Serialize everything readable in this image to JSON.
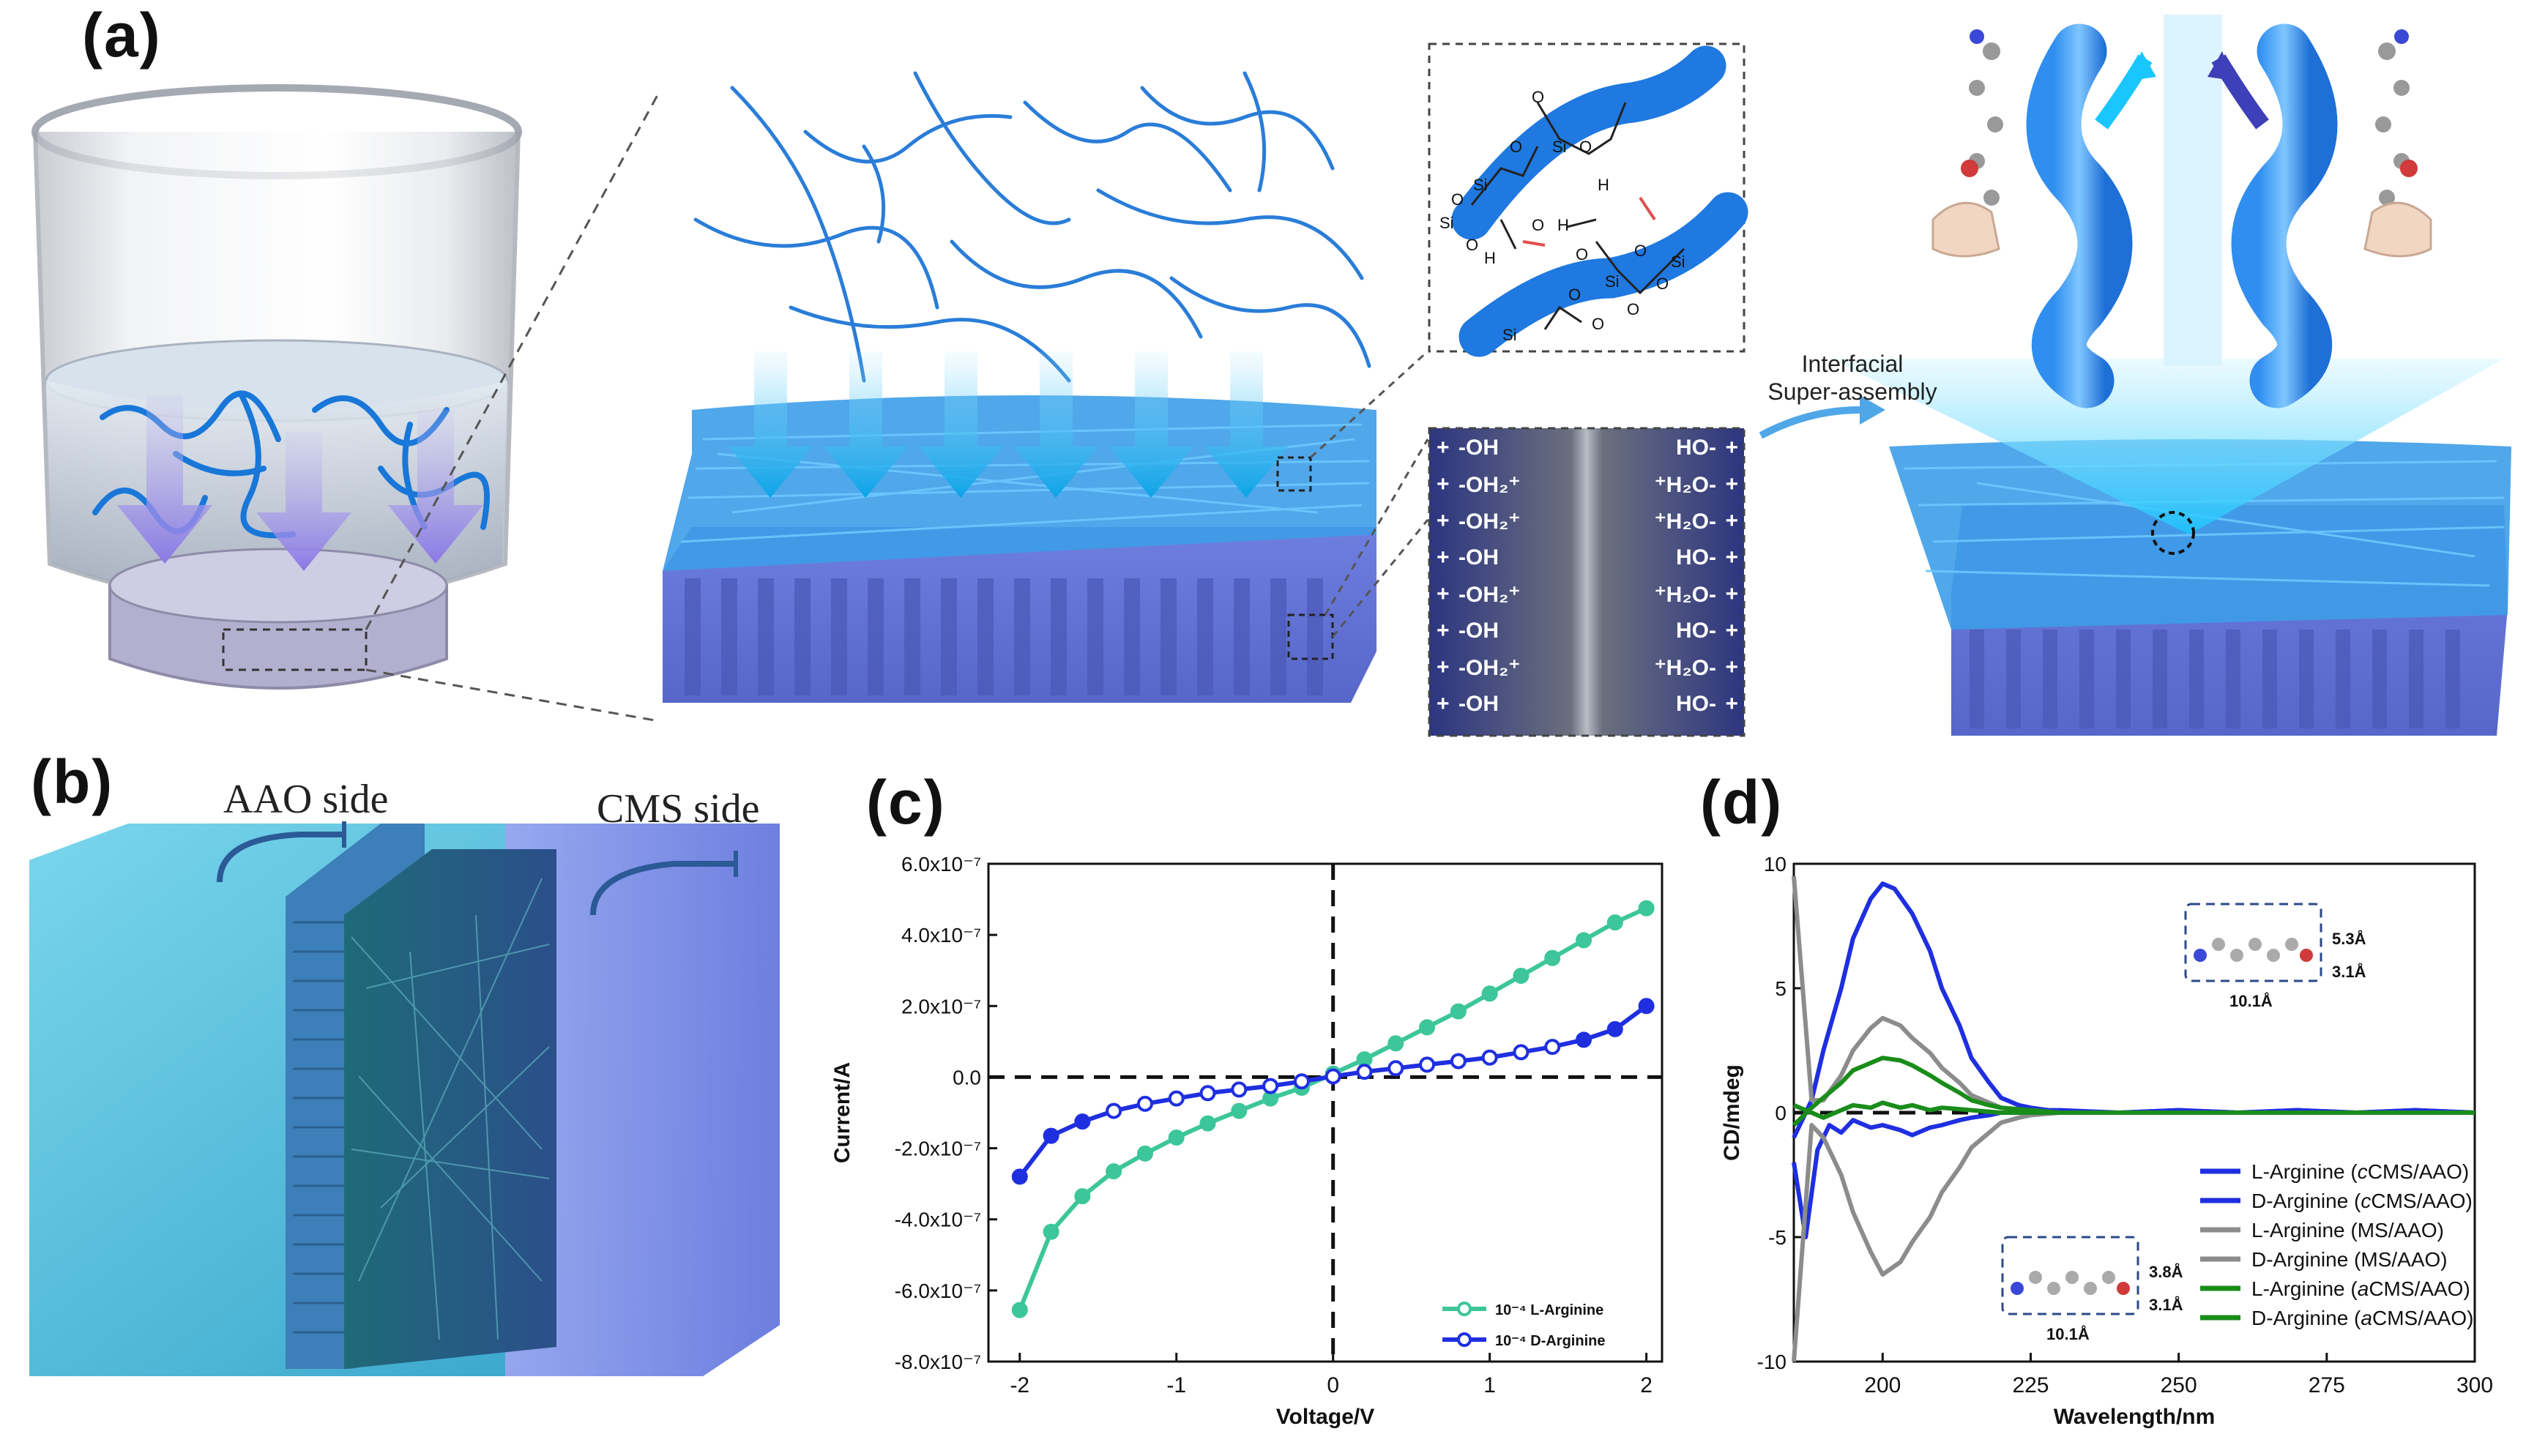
{
  "panels": {
    "a": "(a)",
    "b": "(b)",
    "c": "(c)",
    "d": "(d)"
  },
  "panel_a": {
    "arrow_label_line1": "Interfacial",
    "arrow_label_line2": "Super-assembly",
    "silanol_atoms": [
      "O",
      "Si",
      "O",
      "O",
      "Si",
      "H",
      "O",
      "O",
      "H",
      "Si",
      "O",
      "H",
      "O",
      "O",
      "Si",
      "O",
      "O",
      "Si",
      "O",
      "O",
      "Si"
    ],
    "charge_rows": [
      {
        "left": "-OH",
        "right": "HO-"
      },
      {
        "left": "-OH₂⁺",
        "right": "⁺H₂O-"
      },
      {
        "left": "-OH₂⁺",
        "right": "⁺H₂O-"
      },
      {
        "left": "-OH",
        "right": "HO-"
      },
      {
        "left": "-OH₂⁺",
        "right": "⁺H₂O-"
      },
      {
        "left": "-OH",
        "right": "HO-"
      },
      {
        "left": "-OH₂⁺",
        "right": "⁺H₂O-"
      },
      {
        "left": "-OH",
        "right": "HO-"
      }
    ]
  },
  "panel_b": {
    "aao_label": "AAO side",
    "cms_label": "CMS side"
  },
  "chart_data": [
    {
      "panel": "c",
      "type": "line",
      "xlabel": "Voltage/V",
      "ylabel": "Current/A",
      "xlim": [
        -2.2,
        2.1
      ],
      "ylim": [
        -8e-07,
        6e-07
      ],
      "xticks": [
        "-2",
        "-1",
        "0",
        "1",
        "2"
      ],
      "xtick_values": [
        -2,
        -1,
        0,
        1,
        2
      ],
      "yticks": [
        "6.0x10⁻⁷",
        "4.0x10⁻⁷",
        "2.0x10⁻⁷",
        "0.0",
        "-2.0x10⁻⁷",
        "-4.0x10⁻⁷",
        "-6.0x10⁻⁷",
        "-8.0x10⁻⁷"
      ],
      "ytick_values": [
        6e-07,
        4e-07,
        2e-07,
        0,
        -2e-07,
        -4e-07,
        -6e-07,
        -8e-07
      ],
      "legend_position": "bottom-right",
      "series": [
        {
          "name": "10⁻⁴ L-Arginine",
          "color": "#3cc69a",
          "x": [
            -2.0,
            -1.8,
            -1.6,
            -1.4,
            -1.2,
            -1.0,
            -0.8,
            -0.6,
            -0.4,
            -0.2,
            0.0,
            0.2,
            0.4,
            0.6,
            0.8,
            1.0,
            1.2,
            1.4,
            1.6,
            1.8,
            2.0
          ],
          "y": [
            -6.55e-07,
            -4.35e-07,
            -3.35e-07,
            -2.65e-07,
            -2.15e-07,
            -1.7e-07,
            -1.3e-07,
            -9.5e-08,
            -6e-08,
            -3e-08,
            1e-08,
            5e-08,
            9.5e-08,
            1.4e-07,
            1.85e-07,
            2.35e-07,
            2.85e-07,
            3.35e-07,
            3.85e-07,
            4.35e-07,
            4.75e-07
          ]
        },
        {
          "name": "10⁻⁴ D-Arginine",
          "color": "#1f2fe0",
          "x": [
            -2.0,
            -1.8,
            -1.6,
            -1.4,
            -1.2,
            -1.0,
            -0.8,
            -0.6,
            -0.4,
            -0.2,
            0.0,
            0.2,
            0.4,
            0.6,
            0.8,
            1.0,
            1.2,
            1.4,
            1.6,
            1.8,
            2.0
          ],
          "y": [
            -2.8e-07,
            -1.65e-07,
            -1.25e-07,
            -9.5e-08,
            -7.5e-08,
            -6e-08,
            -4.5e-08,
            -3.5e-08,
            -2.5e-08,
            -1.2e-08,
            2e-09,
            1.5e-08,
            2.5e-08,
            3.5e-08,
            4.5e-08,
            5.5e-08,
            7e-08,
            8.5e-08,
            1.05e-07,
            1.35e-07,
            2e-07
          ]
        }
      ]
    },
    {
      "panel": "d",
      "type": "line",
      "xlabel": "Wavelength/nm",
      "ylabel": "CD/mdeg",
      "xlim": [
        185,
        300
      ],
      "ylim": [
        -10,
        10
      ],
      "xticks": [
        "200",
        "225",
        "250",
        "275",
        "300"
      ],
      "xtick_values": [
        200,
        225,
        250,
        275,
        300
      ],
      "yticks": [
        "10",
        "5",
        "0",
        "-5",
        "-10"
      ],
      "ytick_values": [
        10,
        5,
        0,
        -5,
        -10
      ],
      "legend_position": "bottom-right",
      "inset_top": {
        "dims": [
          "5.3Å",
          "3.1Å",
          "10.1Å"
        ]
      },
      "inset_bottom": {
        "dims": [
          "3.8Å",
          "3.1Å",
          "10.1Å"
        ]
      },
      "series": [
        {
          "name": "L-Arginine (cCMS/AAO)",
          "name_parts": [
            "L-Arginine (",
            "c",
            "CMS/AAO)"
          ],
          "color": "#1f2fe0",
          "x": [
            185,
            188,
            190,
            193,
            195,
            198,
            200,
            202,
            205,
            208,
            210,
            213,
            215,
            218,
            220,
            223,
            225,
            228,
            230,
            240,
            250,
            260,
            270,
            280,
            290,
            300
          ],
          "y": [
            -1.0,
            0.5,
            2.5,
            5.0,
            7.0,
            8.6,
            9.2,
            9.0,
            8.0,
            6.5,
            5.0,
            3.5,
            2.2,
            1.2,
            0.6,
            0.3,
            0.2,
            0.1,
            0.1,
            0.0,
            0.1,
            0.0,
            0.1,
            0.0,
            0.1,
            0.0
          ]
        },
        {
          "name": "D-Arginine (cCMS/AAO)",
          "name_parts": [
            "D-Arginine (",
            "c",
            "CMS/AAO)"
          ],
          "color": "#1f2fe0",
          "x": [
            185,
            187,
            189,
            191,
            193,
            195,
            198,
            200,
            203,
            205,
            208,
            210,
            213,
            215,
            218,
            220,
            223,
            225,
            230,
            240,
            250,
            260,
            270,
            280,
            290,
            300
          ],
          "y": [
            -2.0,
            -5.0,
            -1.5,
            -0.5,
            -0.8,
            -0.3,
            -0.6,
            -0.5,
            -0.7,
            -0.9,
            -0.6,
            -0.5,
            -0.3,
            -0.2,
            -0.1,
            0.0,
            0.0,
            0.0,
            0.0,
            0.0,
            0.1,
            0.0,
            0.1,
            0.0,
            0.1,
            0.0
          ]
        },
        {
          "name": "L-Arginine (MS/AAO)",
          "name_parts": [
            "L-Arginine (MS/AAO)"
          ],
          "color": "#8c8c8c",
          "x": [
            185,
            188,
            190,
            193,
            195,
            198,
            200,
            203,
            205,
            208,
            210,
            213,
            215,
            218,
            220,
            223,
            225,
            230,
            240,
            250,
            260,
            270,
            280,
            290,
            300
          ],
          "y": [
            9.5,
            0.5,
            0.5,
            1.5,
            2.5,
            3.4,
            3.8,
            3.5,
            3.0,
            2.4,
            1.8,
            1.2,
            0.7,
            0.4,
            0.2,
            0.1,
            0.1,
            0.0,
            0.0,
            0.0,
            0.0,
            0.0,
            0.0,
            0.0,
            0.0
          ]
        },
        {
          "name": "D-Arginine (MS/AAO)",
          "name_parts": [
            "D-Arginine (MS/AAO)"
          ],
          "color": "#8c8c8c",
          "x": [
            185,
            188,
            190,
            193,
            195,
            198,
            200,
            203,
            205,
            208,
            210,
            213,
            215,
            218,
            220,
            223,
            225,
            230,
            240,
            250,
            260,
            270,
            280,
            290,
            300
          ],
          "y": [
            -10.0,
            -0.5,
            -1.0,
            -2.5,
            -4.0,
            -5.6,
            -6.5,
            -6.0,
            -5.2,
            -4.2,
            -3.2,
            -2.2,
            -1.4,
            -0.8,
            -0.4,
            -0.2,
            -0.1,
            0.0,
            0.0,
            0.0,
            0.0,
            0.0,
            0.0,
            0.0,
            0.0
          ]
        },
        {
          "name": "L-Arginine (aCMS/AAO)",
          "name_parts": [
            "L-Arginine (",
            "a",
            "CMS/AAO)"
          ],
          "color": "#1a8c1a",
          "x": [
            185,
            188,
            190,
            193,
            195,
            198,
            200,
            203,
            205,
            208,
            210,
            213,
            215,
            218,
            220,
            225,
            230,
            240,
            250,
            260,
            270,
            280,
            290,
            300
          ],
          "y": [
            -0.5,
            0.2,
            0.6,
            1.2,
            1.7,
            2.0,
            2.2,
            2.1,
            1.9,
            1.5,
            1.2,
            0.8,
            0.5,
            0.3,
            0.2,
            0.1,
            0.0,
            0.0,
            0.0,
            0.0,
            0.0,
            0.0,
            0.0,
            0.0
          ]
        },
        {
          "name": "D-Arginine (aCMS/AAO)",
          "name_parts": [
            "D-Arginine (",
            "a",
            "CMS/AAO)"
          ],
          "color": "#1a8c1a",
          "x": [
            185,
            188,
            190,
            193,
            195,
            198,
            200,
            203,
            205,
            208,
            210,
            215,
            220,
            225,
            230,
            240,
            250,
            260,
            270,
            280,
            290,
            300
          ],
          "y": [
            0.3,
            0.0,
            -0.2,
            0.1,
            0.3,
            0.2,
            0.4,
            0.2,
            0.3,
            0.1,
            0.2,
            0.1,
            0.0,
            0.0,
            0.0,
            0.0,
            0.0,
            0.0,
            0.0,
            0.0,
            0.0,
            0.0
          ]
        }
      ]
    }
  ]
}
